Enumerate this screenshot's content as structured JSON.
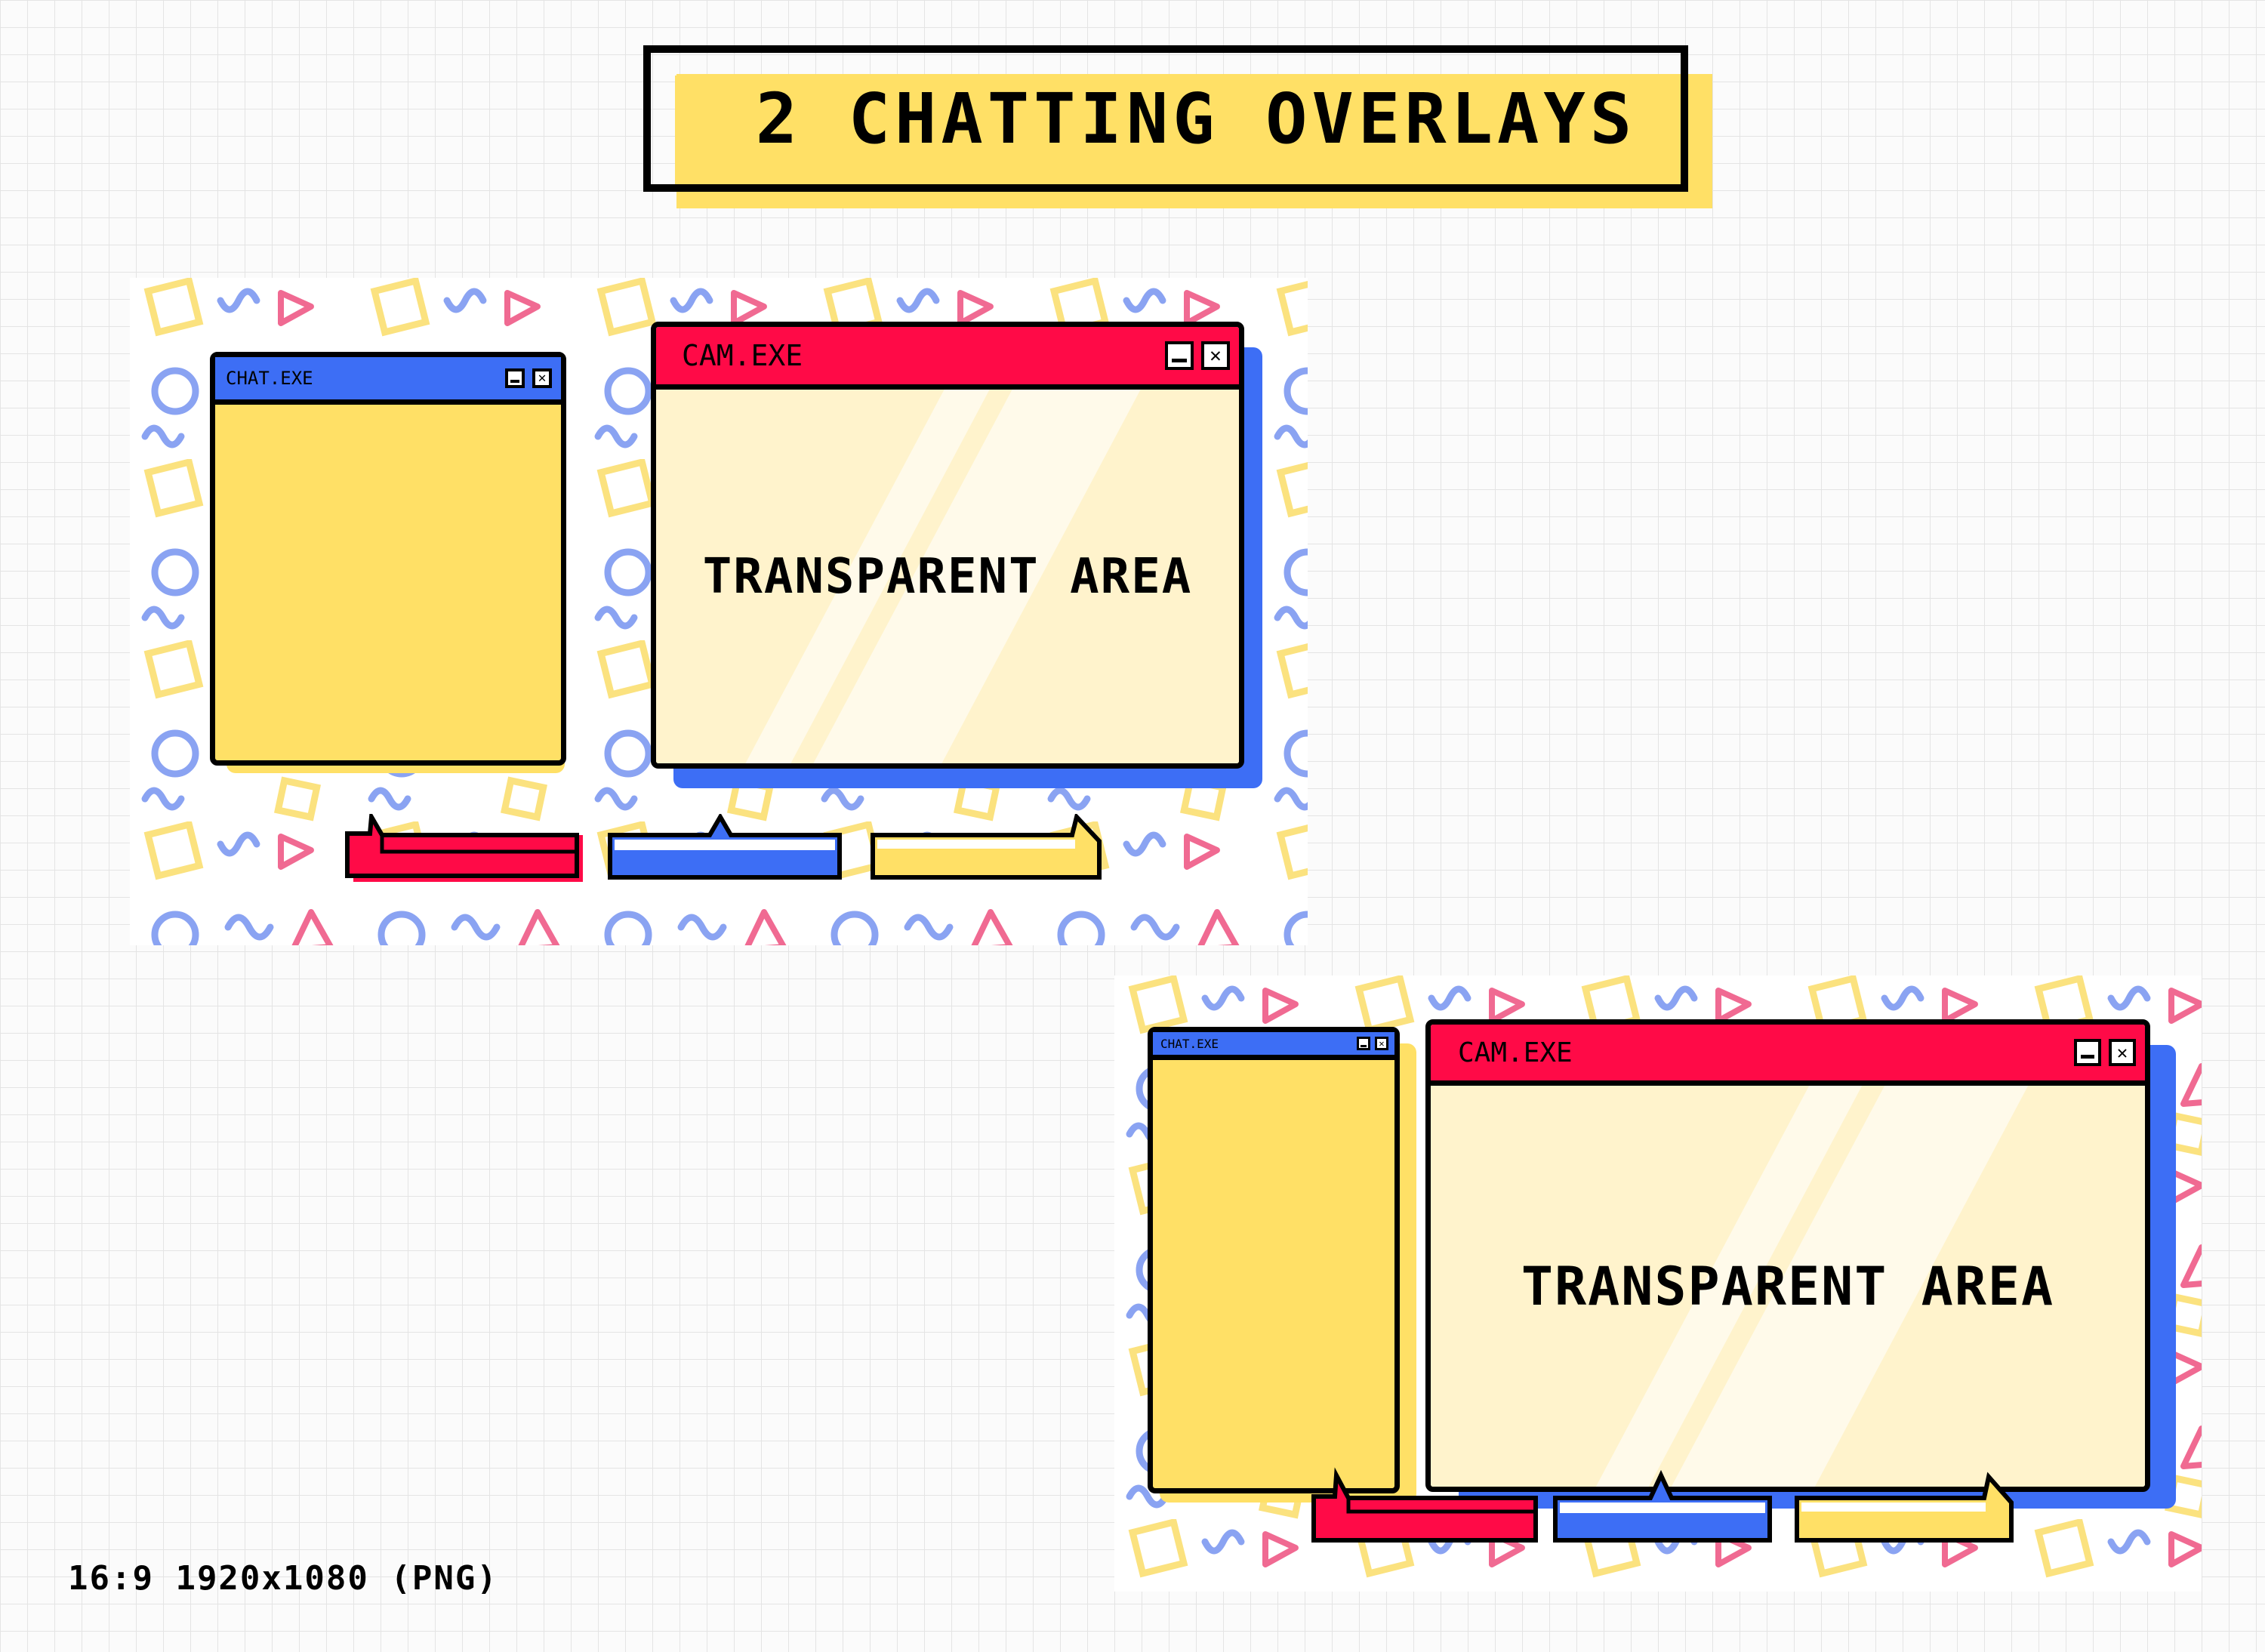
{
  "title": "2 CHATTING OVERLAYS",
  "format": "16:9 1920x1080 (PNG)",
  "colors": {
    "yellow": "#ffe066",
    "blue": "#3d6ef5",
    "red": "#ff0a47",
    "pink_pattern": "#f06a92",
    "blue_pattern": "#8aa3f2",
    "yellow_pattern": "#fbe27f",
    "glass": "#fff3cc"
  },
  "overlays": [
    {
      "chat_window": {
        "title": "CHAT.EXE",
        "minimize_icon": "minimize-icon",
        "close_icon": "close-icon"
      },
      "cam_window": {
        "title": "CAM.EXE",
        "center_text": "TRANSPARENT AREA",
        "minimize_icon": "minimize-icon",
        "close_icon": "close-icon"
      },
      "buttons": [
        "red-speech-button",
        "blue-speech-button",
        "yellow-speech-button"
      ]
    },
    {
      "chat_window": {
        "title": "CHAT.EXE",
        "minimize_icon": "minimize-icon",
        "close_icon": "close-icon"
      },
      "cam_window": {
        "title": "CAM.EXE",
        "center_text": "TRANSPARENT AREA",
        "minimize_icon": "minimize-icon",
        "close_icon": "close-icon"
      },
      "buttons": [
        "red-speech-button",
        "blue-speech-button",
        "yellow-speech-button"
      ]
    }
  ]
}
